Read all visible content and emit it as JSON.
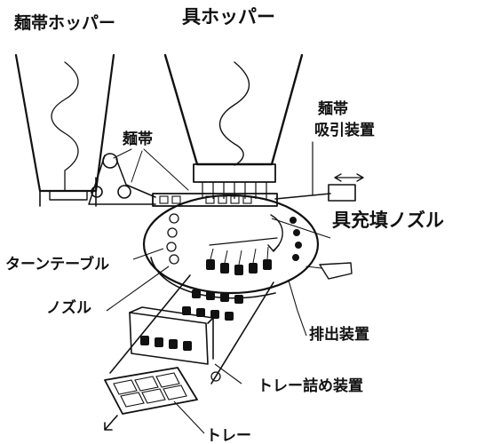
{
  "labels": {
    "noodle_hopper": "麺帯ホッパー",
    "ingredient_hopper": "具ホッパー",
    "noodle_sheet": "麺帯",
    "suction_device_line1": "麺帯",
    "suction_device_line2": "吸引装置",
    "filling_nozzle": "具充填ノズル",
    "turntable": "ターンテーブル",
    "nozzle": "ノズル",
    "discharge_device": "排出装置",
    "tray_packing_device": "トレー詰め装置",
    "tray": "トレー"
  },
  "colors": {
    "ink": "#111111",
    "paper": "#ffffff"
  }
}
